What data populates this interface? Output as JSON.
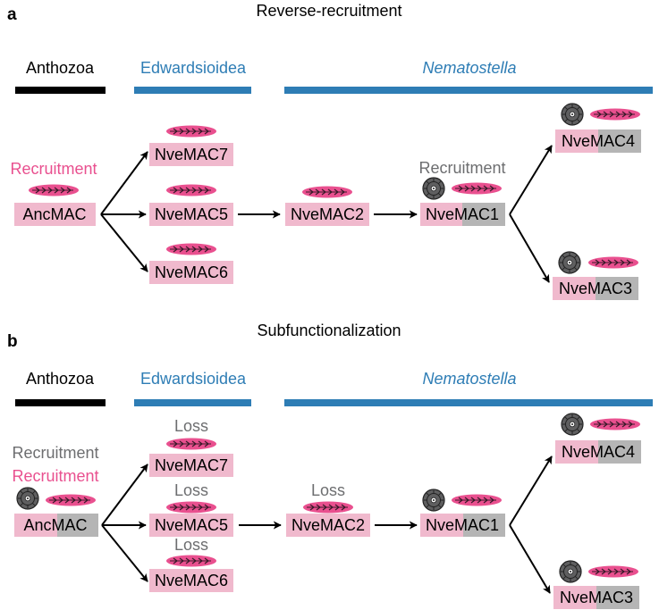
{
  "colors": {
    "pink": "#f0b9cd",
    "pink_dark": "#e6569f",
    "gray": "#b5b5b5",
    "gray_text": "#6d6e70",
    "blue": "#2e7db5",
    "black": "#000000",
    "domain_pink": "#e9508f",
    "domain_gray": "#5f5f60"
  },
  "panel_a": {
    "letter": "a",
    "title": "Reverse-recruitment",
    "clades": {
      "anthozoa": "Anthozoa",
      "edwardsioidea": "Edwardsioidea",
      "nematostella": "Nematostella"
    },
    "recruitment_pink": "Recruitment",
    "recruitment_gray": "Recruitment",
    "genes": {
      "anc": "AncMAC",
      "mac7": "NveMAC7",
      "mac5": "NveMAC5",
      "mac6": "NveMAC6",
      "mac2": "NveMAC2",
      "mac1": "NveMAC1",
      "mac4": "NveMAC4",
      "mac3": "NveMAC3"
    }
  },
  "panel_b": {
    "letter": "b",
    "title": "Subfunctionalization",
    "clades": {
      "anthozoa": "Anthozoa",
      "edwardsioidea": "Edwardsioidea",
      "nematostella": "Nematostella"
    },
    "recruitment_gray": "Recruitment",
    "recruitment_pink": "Recruitment",
    "loss_labels": {
      "mac7": "Loss",
      "mac5": "Loss",
      "mac6": "Loss",
      "mac2": "Loss"
    },
    "genes": {
      "anc": "AncMAC",
      "mac7": "NveMAC7",
      "mac5": "NveMAC5",
      "mac6": "NveMAC6",
      "mac2": "NveMAC2",
      "mac1": "NveMAC1",
      "mac4": "NveMAC4",
      "mac3": "NveMAC3"
    }
  }
}
